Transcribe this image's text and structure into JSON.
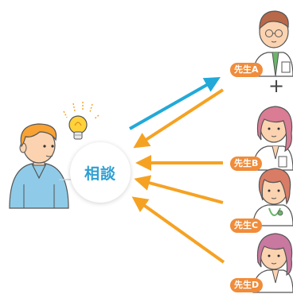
{
  "consult_label": "相談",
  "plus_sign": "+",
  "teachers": [
    {
      "label": "先生A"
    },
    {
      "label": "先生B"
    },
    {
      "label": "先生C"
    },
    {
      "label": "先生D"
    }
  ],
  "colors": {
    "arrow_blue": "#22a9d8",
    "arrow_orange": "#f5a223",
    "tag_orange": "#f08c3a",
    "accent_text": "#2e9fd1"
  }
}
